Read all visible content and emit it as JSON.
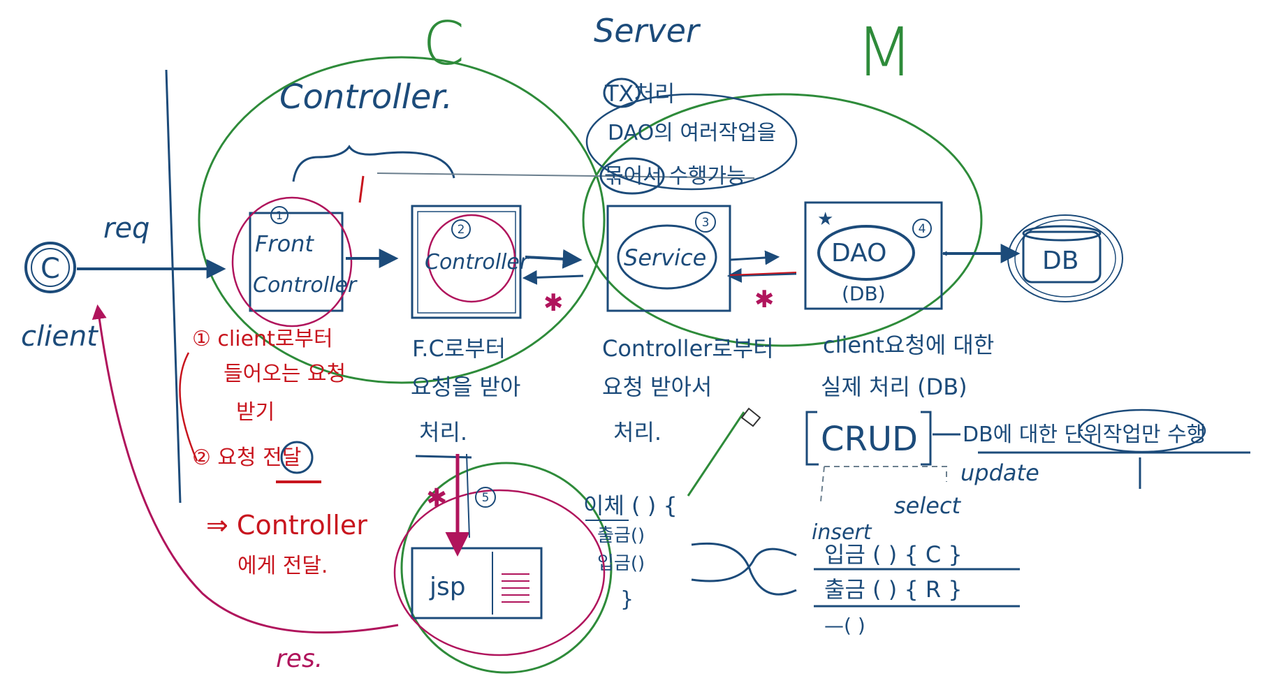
{
  "colors": {
    "ink_blue": "#1c4b7a",
    "ink_red": "#c8151e",
    "ink_magenta": "#b0145c",
    "ink_green": "#2e8b3a",
    "background": "#ffffff"
  },
  "headers": {
    "c": "C",
    "server": "Server",
    "m": "M",
    "controller_title": "Controller."
  },
  "client": {
    "symbol": "C",
    "label": "client",
    "req": "req",
    "res": "res."
  },
  "nodes": {
    "front_controller": {
      "num": "1",
      "line1": "Front",
      "line2": "Controller"
    },
    "controller": {
      "num": "2",
      "label": "Controller"
    },
    "service": {
      "num": "3",
      "label": "Service"
    },
    "dao": {
      "num": "4",
      "label": "DAO",
      "sub": "(DB)"
    },
    "db": {
      "label": "DB"
    },
    "jsp": {
      "num": "5",
      "label": "jsp"
    }
  },
  "tx_note": {
    "line1": "TX처리",
    "line2": "DAO의 여러작업을",
    "line3": "묶어서 수행가능"
  },
  "front_notes": {
    "item1_line1": "① client로부터",
    "item1_line2": "들어오는 요청",
    "item1_line3": "받기",
    "item2": "② 요청 전달",
    "arrow_line": "⇒ Controller",
    "last": "에게 전달."
  },
  "controller_desc": {
    "line1": "F.C로부터",
    "line2": "요청을 받아",
    "line3": "처리."
  },
  "service_desc": {
    "line1": "Controller로부터",
    "line2": "요청 받아서",
    "line3": "처리."
  },
  "dao_desc": {
    "line1": "client요청에 대한",
    "line2": "실제 처리 (DB)",
    "crud": "CRUD",
    "crud_note": "DB에 대한 단위작업만 수행"
  },
  "sql_ops": {
    "update": "update",
    "select": "select",
    "insert": "insert"
  },
  "service_method": {
    "head": "이체 ( ) {",
    "line1": "출금()",
    "line2": "입금()",
    "close": "}"
  },
  "dao_methods": {
    "line1": "입금 ( ) { C }",
    "line2": "출금 ( ) { R }",
    "line3": "—( )"
  }
}
